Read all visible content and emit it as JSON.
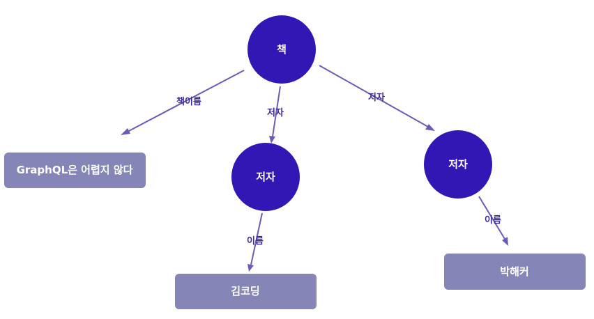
{
  "nodes": {
    "book": {
      "label": "책"
    },
    "author_1": {
      "label": "저자"
    },
    "author_2": {
      "label": "저자"
    },
    "book_title": {
      "label": "GraphQL은 어렵지 않다"
    },
    "author_1_name": {
      "label": "김코딩"
    },
    "author_2_name": {
      "label": "박해커"
    }
  },
  "edges": {
    "book_to_title": {
      "label": "책이름"
    },
    "book_to_author_1": {
      "label": "저자"
    },
    "book_to_author_2": {
      "label": "저자"
    },
    "author_1_to_name": {
      "label": "이름"
    },
    "author_2_to_name": {
      "label": "이름"
    }
  },
  "colors": {
    "circle_fill": "#3317b4",
    "rect_fill": "#8585b8",
    "edge_stroke": "#6a5cb6",
    "edge_label": "#3a2a9a"
  }
}
